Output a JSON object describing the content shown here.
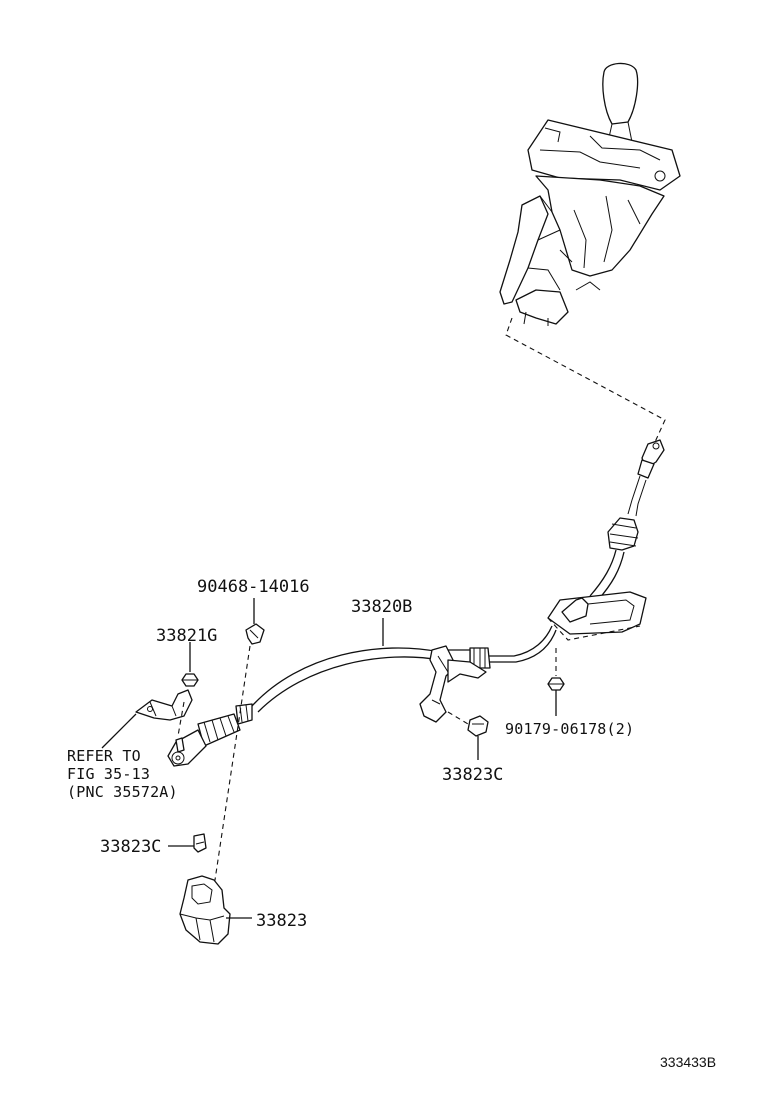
{
  "labels": {
    "clip": "90468-14016",
    "cable": "33820B",
    "nut_upper": "33821G",
    "refer_line1": "REFER TO",
    "refer_line2": "FIG 35-13",
    "refer_line3": "(PNC 35572A)",
    "nut_right": "90179-06178(2)",
    "bolt_right": "33823C",
    "bolt_left": "33823C",
    "bracket": "33823",
    "figure_id": "333433B"
  },
  "icons": {
    "shift_lever": "shift-lever-assembly-icon",
    "cable": "transmission-control-cable-icon",
    "clip": "retaining-clip-icon",
    "nut": "hex-nut-icon",
    "bolt": "flange-bolt-icon",
    "bracket": "cable-bracket-icon",
    "retainer": "cable-retainer-bracket-icon"
  }
}
